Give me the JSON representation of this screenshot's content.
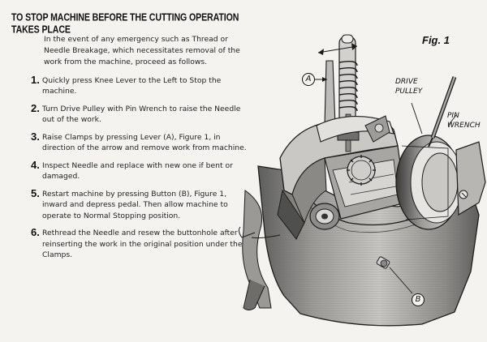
{
  "heading": "TO STOP MACHINE BEFORE THE CUTTING OPERATION TAKES PLACE",
  "intro": "In the event of any emergency such as Thread or Needle Breakage, which necessitates removal of the work from the machine, proceed as follows.",
  "steps": [
    {
      "number": "1.",
      "text": "Quickly press Knee Lever to the Left to Stop the machine."
    },
    {
      "number": "2.",
      "text": "Turn Drive Pulley with Pin Wrench to raise the Needle out of the work."
    },
    {
      "number": "3.",
      "text": "Raise Clamps by pressing Lever (A), Figure 1, in direction of the arrow and remove work from machine."
    },
    {
      "number": "4.",
      "text": "Inspect Needle and replace with new one if bent or damaged."
    },
    {
      "number": "5.",
      "text": "Restart machine by pressing Button (B), Figure 1, inward and depress pedal. Then allow machine to operate to Normal Stopping position."
    },
    {
      "number": "6.",
      "text": "Rethread the Needle and resew the buttonhole after reinserting the work in the original position under the Clamps."
    }
  ],
  "figure": {
    "label": "Fig. 1",
    "callouts": {
      "drive_pulley": "Drive Pulley",
      "pin_wrench": "Pin Wrench",
      "marker_a": "A",
      "marker_b": "B"
    }
  },
  "colors": {
    "ink": "#1c1c1c",
    "paper": "#f4f3f0",
    "shade": "#5a5a58",
    "metal": "#bdbcb8"
  }
}
